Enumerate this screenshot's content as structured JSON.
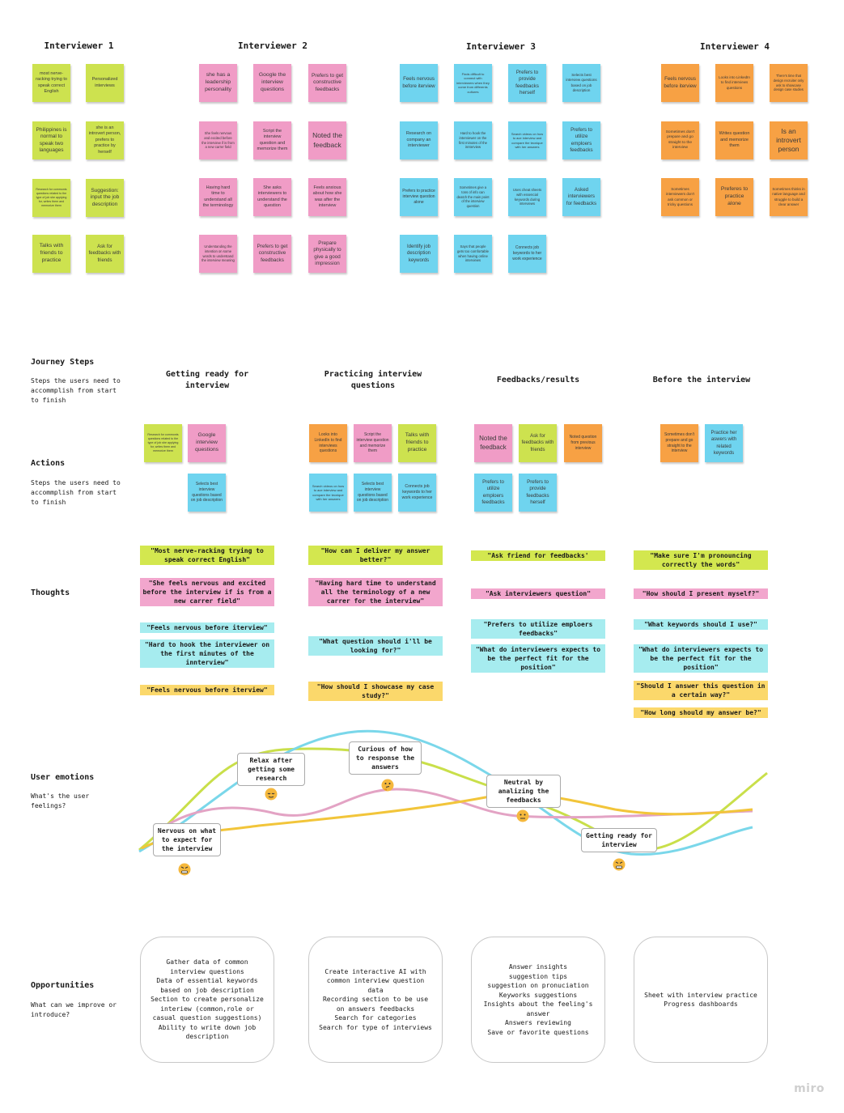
{
  "interviewers": [
    {
      "name": "Interviewer 1"
    },
    {
      "name": "Interviewer 2"
    },
    {
      "name": "Interviewer 3"
    },
    {
      "name": "Interviewer 4"
    }
  ],
  "notes": {
    "i1": [
      "most nerve-racking trying to speak correct English",
      "Personalized interviews",
      "Philippines is normal to speak two languages",
      "she is an introvert person, prefers to practice by herself",
      "Research for commonts questions related to the type of job she applying for, writes them and memorize them",
      "Suggestion: input the job description",
      "Talks with friends to practice",
      "Ask for feedbacks with friends"
    ],
    "i2": [
      "she has a leadership personality",
      "Google the interview questions",
      "Prefers to get constructive feedbacks",
      "She feels nervous and excited before the interview if is from a new carrer field",
      "Script the interview question and memorize them",
      "Noted the feedback",
      "Having hard time to understand all the terminology",
      "She asks interviewers to understand the question",
      "Feels anxious about how she was after the interview",
      "Understanding the intention on some words to understand the interview meaning",
      "Prefers to get constructive feedbacks",
      "Prepare physically to give a good impression"
    ],
    "i3": [
      "Feels nervous before iterview",
      "Finds difficult to connect with interviewers when they come from differents cultures",
      "Prefers to provide feedbacks herself",
      "Selects best interview questions based on job description",
      "Research on company an interviewer",
      "Hard to hook the interviewer on the first minutes of the innterview",
      "Search videos on how to ace interview and compare the tecnique with her answers",
      "Prefers to utilize emploers feedbacks",
      "Prefers to practice interview question alone",
      "Sometimes give a tons of info can deatch the main point of the interview question",
      "Uses cheat sheets with essencial keywords during interviews",
      "Asked interviewers for feedbacks",
      "Identify job description keywords",
      "Says that people gets too comfortable when having online interviews",
      "Connects job keywords to her work experience"
    ],
    "i4": [
      "Feels nervous before iterview",
      "Looks into LinkedIn to find interviews questions",
      "There's time that design recruiter only ask to showcase design case studies",
      "Sometimes don't prepare and go straight to the interview",
      "Writes question and memorize them",
      "Is an introvert person",
      "Sometimes interviewers don't ask common or tricky questions",
      "Preferes to practice alone",
      "Sometimes thinks in native language and struggle to build a clear answer"
    ]
  },
  "journey": {
    "title": "Journey Steps",
    "subtitle": "Steps the users need to accommplish from start to finish",
    "columns": [
      "Getting ready for interview",
      "Practicing interview questions",
      "Feedbacks/results",
      "Before the interview"
    ]
  },
  "actions": {
    "title": "Actions",
    "subtitle": "Steps the users need to accommplish from start to finish",
    "col1": [
      "Research for commonts questions related to the type of job she applying for, writes them and memorize them",
      "Google interview questions",
      "Selects best interview questions based on job description"
    ],
    "col2": [
      "Looks into LinkedIn to find interviews questions",
      "Script the interview question and memorize them",
      "Talks with friends to practice",
      "Search videos on how to ace interview and compare the tecnique with her answers",
      "Selects best interview questions based on job description",
      "Connects job keywords to her work experience"
    ],
    "col3": [
      "Noted the feedback",
      "Ask for feedbacks with friends",
      "Noted question from previous interview",
      "Prefers to utilize emploers feedbacks",
      "Prefers to provide feedbacks herself"
    ],
    "col4": [
      "Sometimes don't prepare and go straight to the interview",
      "Practice her aswers with related keywords"
    ]
  },
  "thoughts": {
    "title": "Thoughts",
    "col1": [
      "\"Most nerve-racking trying to speak correct English\"",
      "\"She feels nervous and excited before the interview if is from a new carrer field\"",
      "\"Feels nervous before iterview\"",
      "\"Hard to hook the interviewer on the first minutes of the innterview\"",
      "\"Feels nervous before iterview\""
    ],
    "col2": [
      "\"How can I deliver my answer better?\"",
      "\"Having hard time to understand all the terminology of a new carrer for the interview\"",
      "\"What question should i'll be looking for?\"",
      "\"How should I showcase my case study?\""
    ],
    "col3": [
      "\"Ask friend for feedbacks'",
      "\"Ask interviewers question\"",
      "\"Prefers to utilize emploers feedbacks\"",
      "\"What do interviewers expects to be the perfect fit for the position\""
    ],
    "col4": [
      "\"Make sure I'm pronouncing correctly the words\"",
      "\"How should I present myself?\"",
      "\"What keywords should I use?\"",
      "\"What do interviewers expects to be the perfect fit for the position\"",
      "\"Should I answer this question in a certain way?\"",
      "\"How long should my answer be?\""
    ]
  },
  "emotions": {
    "title": "User emotions",
    "subtitle": "What's the user feelings?",
    "callouts": [
      "Nervous on what to expect for the interview",
      "Relax after getting some research",
      "Curious of how to response the answers",
      "Neutral by analizing the feedbacks",
      "Getting ready for interview"
    ],
    "line_colors": {
      "green": "#c9df4a",
      "cyan": "#7ad7ea",
      "pink": "#e3a3c4",
      "yellow": "#f2c53a"
    }
  },
  "opportunities": {
    "title": "Opportunities",
    "subtitle": "What can we improve or introduce?",
    "cards": [
      "Gather data of common interview questions\nData of essential keywords based on job description\nSection to create personalize interiew (common,role or casual question suggestions)\nAbility to write down job description",
      "Create interactive AI with common interview question data\nRecording section to be use on answers feedbacks\nSearch for categories\nSearch for type of interviews",
      "Answer insights\nsuggestion tips\nsuggestion on pronuciation\nKeyworks suggestions\nInsights about the feeling's answer\nAnswers reviewing\nSave or favorite questions",
      "Sheet with interview practice\nProgress dashboards"
    ]
  },
  "brand": "miro"
}
